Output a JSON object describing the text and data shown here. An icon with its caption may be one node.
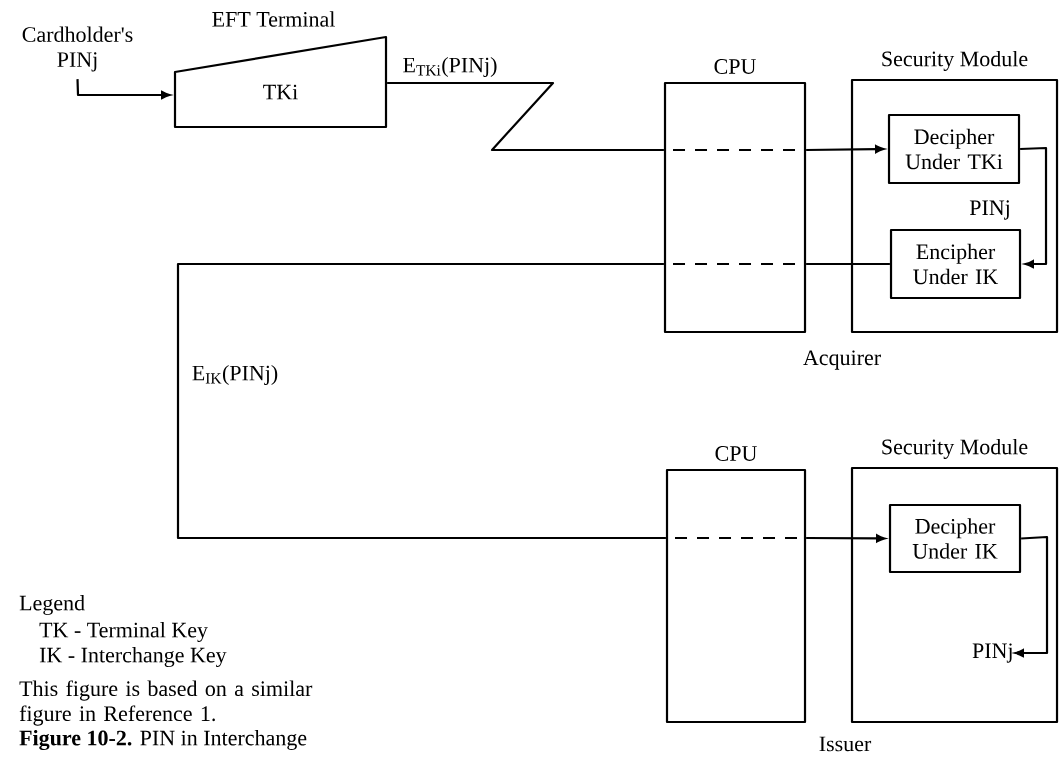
{
  "diagram": {
    "caption": "**Figure 10-2.** PIN in Interchange",
    "nodes": [
      {
        "text": [
          "Cardholder's PINj"
        ]
      },
      {
        "text": [
          "EFT Terminal",
          "TKi"
        ]
      },
      {
        "text": [
          "CPU"
        ]
      },
      {
        "text": [
          "Security Module"
        ]
      },
      {
        "text": [
          "Decipher Under TKi"
        ],
        "in": 3
      },
      {
        "text": [
          "Encipher Under IK"
        ],
        "in": 3
      },
      {
        "text": [
          "CPU"
        ]
      },
      {
        "text": [
          "Security Module"
        ]
      },
      {
        "text": [
          "Decipher Under IK"
        ],
        "in": 7
      },
      {
        "text": [
          "PINj"
        ],
        "in": 7
      }
    ],
    "edges": [
      {
        "from": 0,
        "to": 1,
        "arrow": "to"
      },
      {
        "from": 1,
        "to": 2,
        "arrow": "none",
        "label": "E$_{TKi}$(PINj)"
      },
      {
        "from": 2,
        "to": 4,
        "arrow": "to"
      },
      {
        "from": 4,
        "to": 5,
        "arrow": "to",
        "label": "PINj"
      },
      {
        "from": 5,
        "to": 2,
        "arrow": "none"
      },
      {
        "from": 2,
        "to": 6,
        "arrow": "none",
        "label": "E$_{IK}$(PINj)"
      },
      {
        "from": 6,
        "to": 8,
        "arrow": "to"
      },
      {
        "from": 8,
        "to": 9,
        "arrow": "to"
      }
    ],
    "labels": [
      "Acquirer",
      "Issuer",
      "Legend",
      "TK - Terminal Key",
      "IK - Interchange Key",
      "This figure is based on a similar figure in Reference 1."
    ]
  }
}
